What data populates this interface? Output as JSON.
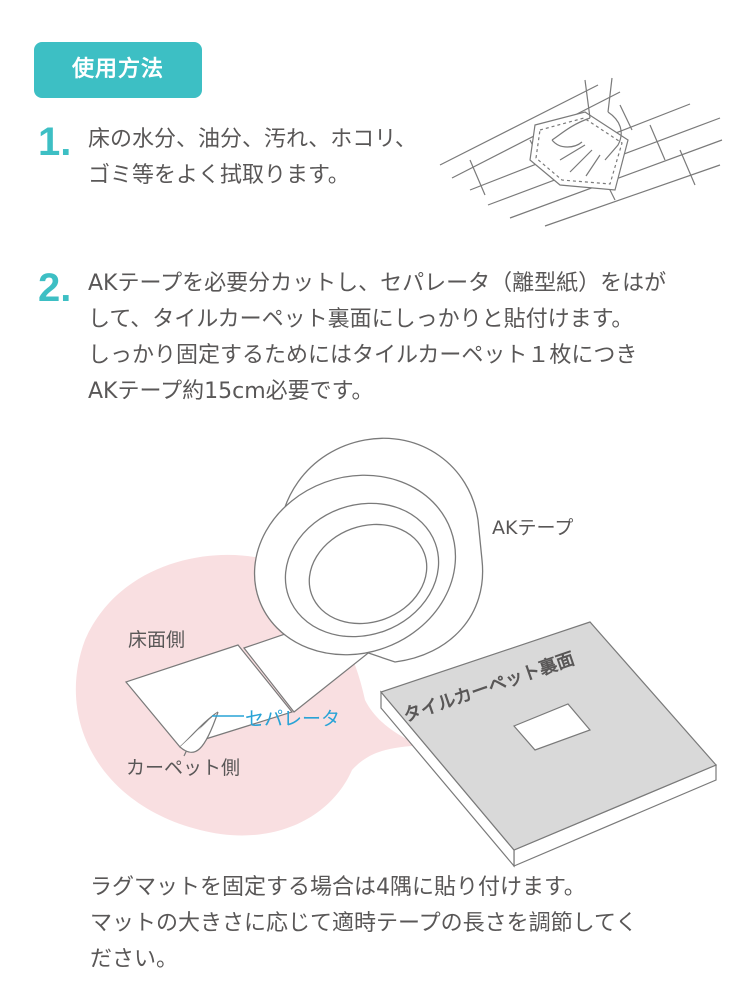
{
  "header": {
    "badge_label": "使用方法"
  },
  "steps": [
    {
      "number": "1.",
      "lines": [
        "床の水分、油分、汚れ、ホコリ、",
        "ゴミ等をよく拭取ります。"
      ]
    },
    {
      "number": "2.",
      "lines": [
        "AKテープを必要分カットし、セパレータ（離型紙）をはが",
        "して、タイルカーペット裏面にしっかりと貼付けます。",
        "しっかり固定するためにはタイルカーペット１枚につき",
        "AKテープ約15cm必要です。"
      ]
    }
  ],
  "diagram": {
    "tape_label": "AKテープ",
    "floor_side_label": "床面側",
    "separator_label": "セパレータ",
    "carpet_side_label": "カーペット側",
    "tile_back_label": "タイルカーペット裏面"
  },
  "footer": {
    "lines": [
      "ラグマットを固定する場合は4隅に貼り付けます。",
      "マットの大きさに応じて適時テープの長さを調節してく",
      "ださい。"
    ]
  },
  "colors": {
    "accent": "#3dbfc4",
    "bubble": "#f9dfe1",
    "separator": "#29a3d6",
    "carpet": "#d9d9d9"
  }
}
